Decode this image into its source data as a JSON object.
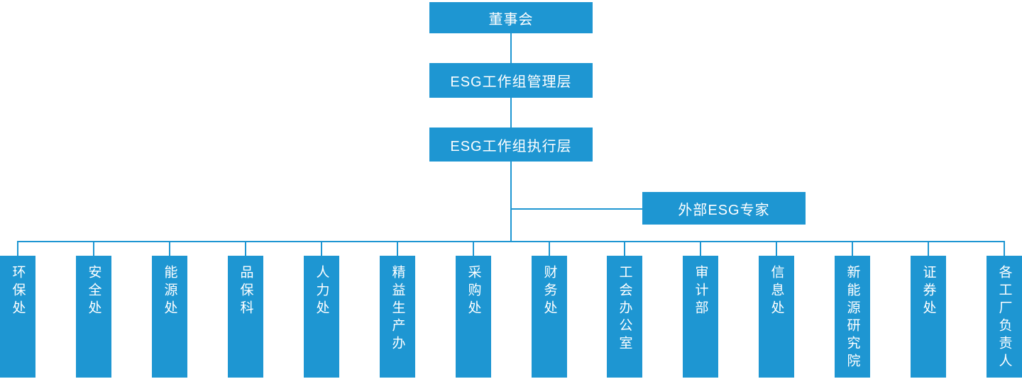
{
  "colors": {
    "primary": "#1E96D2",
    "text_on_primary": "#FFFFFF",
    "background": "#FFFFFF"
  },
  "nodes": {
    "board": "董事会",
    "esg_management": "ESG工作组管理层",
    "esg_execution": "ESG工作组执行层",
    "external_experts": "外部ESG专家"
  },
  "departments": [
    "环保处",
    "安全处",
    "能源处",
    "品保科",
    "人力处",
    "精益生产办",
    "采购处",
    "财务处",
    "工会办公室",
    "审计部",
    "信息处",
    "新能源研究院",
    "证券处",
    "各工厂负责人"
  ]
}
